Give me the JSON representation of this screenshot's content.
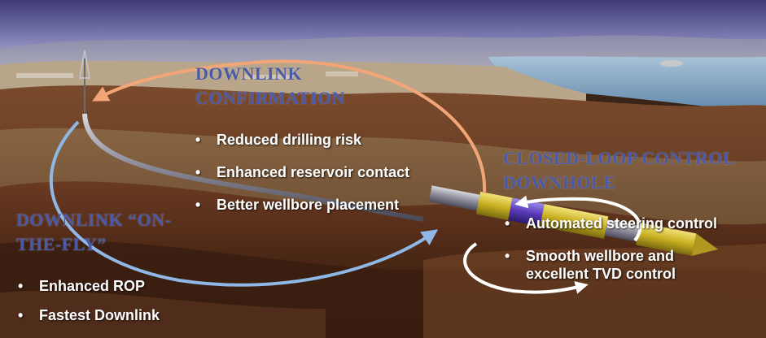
{
  "colors": {
    "heading": "#4a5aa8",
    "arrow_orange": "#f2a678",
    "arrow_blue": "#8fb8e6",
    "arrow_white": "#ffffff",
    "bullet_text": "#ffffff"
  },
  "top_group": {
    "heading": [
      "DOWNLINK",
      "CONFIRMATION"
    ],
    "bullets": [
      "Reduced drilling risk",
      "Enhanced reservoir contact",
      "Better wellbore placement"
    ]
  },
  "left_group": {
    "heading": [
      "DOWNLINK “ON-",
      "THE-FLY”"
    ],
    "bullets": [
      "Enhanced ROP",
      "Fastest Downlink"
    ]
  },
  "right_group": {
    "heading": [
      "CLOSED-LOOP CONTROL",
      "DOWNHOLE"
    ],
    "bullets": [
      "Automated steering control",
      "Smooth wellbore and excellent TVD control"
    ]
  },
  "bullet_glyph": "•"
}
